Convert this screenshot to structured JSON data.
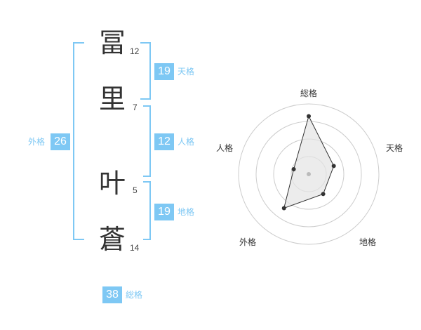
{
  "name_chars": [
    {
      "char": "冨",
      "strokes": "12"
    },
    {
      "char": "里",
      "strokes": "7"
    },
    {
      "char": "叶",
      "strokes": "5"
    },
    {
      "char": "蒼",
      "strokes": "14"
    }
  ],
  "fortunes": {
    "tenkaku": {
      "label": "天格",
      "value": "19"
    },
    "jinkaku": {
      "label": "人格",
      "value": "12"
    },
    "chikaku": {
      "label": "地格",
      "value": "19"
    },
    "gaikaku": {
      "label": "外格",
      "value": "26"
    },
    "soukaku": {
      "label": "総格",
      "value": "38"
    }
  },
  "accent_color": "#7ec8f4",
  "radar": {
    "labels": {
      "top": "総格",
      "right": "天格",
      "bottom_right": "地格",
      "bottom_left": "外格",
      "left": "人格"
    }
  },
  "chart_data": {
    "type": "radar",
    "categories": [
      "総格",
      "天格",
      "地格",
      "外格",
      "人格"
    ],
    "values": [
      3.3,
      1.5,
      1.4,
      2.4,
      0.9
    ],
    "max": 4,
    "rings": 4
  }
}
